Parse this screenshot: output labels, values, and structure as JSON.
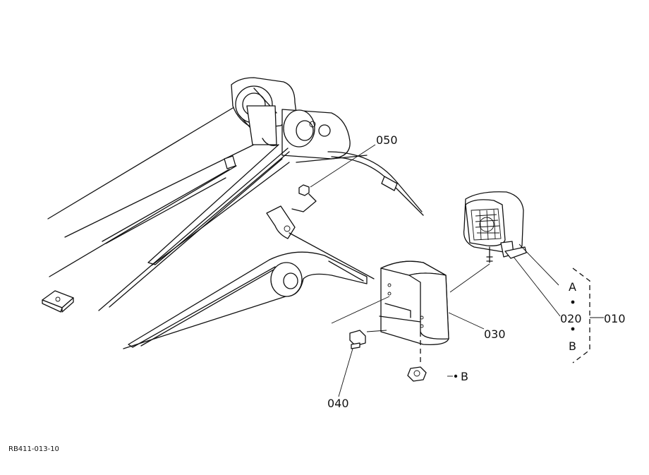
{
  "drawing": {
    "ref_code": "RB411-013-10",
    "callouts": {
      "p010": "010",
      "p020": "020",
      "p030": "030",
      "p040": "040",
      "p050": "050"
    },
    "connection_points": {
      "a_top": "A",
      "b_mid": "B",
      "b_bottom": "B"
    }
  }
}
